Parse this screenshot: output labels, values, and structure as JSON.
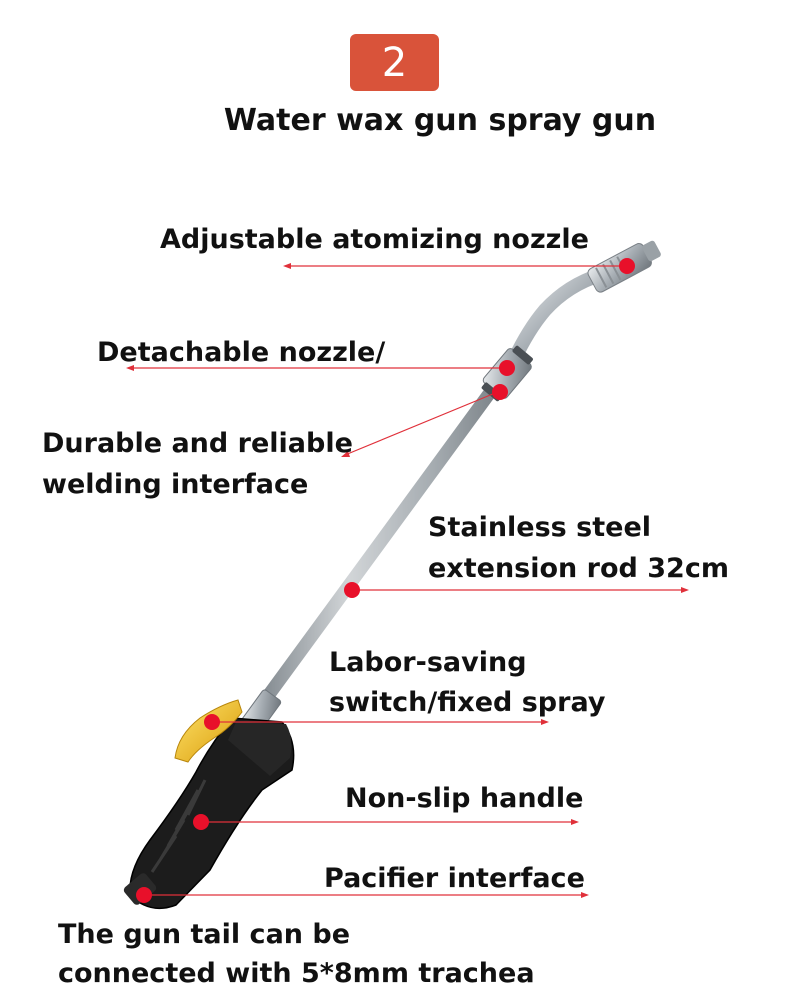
{
  "badge": {
    "number": "2",
    "color": "#d9533a"
  },
  "title": "Water wax gun spray gun",
  "colors": {
    "dot": "#e8102a",
    "pointer_line": "#e0303a",
    "trigger": "#f2c318",
    "handle": "#1a1a1a",
    "rod": "#c8ccd0"
  },
  "labels": {
    "nozzle": "Adjustable atomizing nozzle",
    "detachable": "Detachable nozzle/",
    "welding_line1": "Durable and reliable",
    "welding_line2": "welding interface",
    "rod_line1": "Stainless steel",
    "rod_line2": "extension rod 32cm",
    "switch_line1": "Labor-saving",
    "switch_line2": "switch/fixed spray",
    "handle": "Non-slip handle",
    "pacifier": "Pacifier interface",
    "tail_line1": "The gun tail can be",
    "tail_line2": "connected with 5*8mm trachea"
  }
}
